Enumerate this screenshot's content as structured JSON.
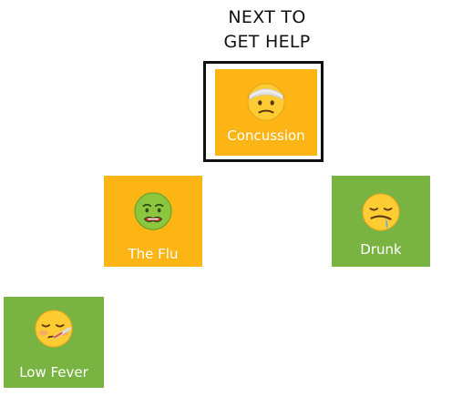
{
  "heading": {
    "line1": "NEXT TO",
    "line2": "GET HELP"
  },
  "colors": {
    "orange": "#FDB515",
    "green": "#79B443",
    "frame": "#111111",
    "label_text": "#FFFFFF"
  },
  "tiles": [
    {
      "label": "Concussion",
      "icon": "bandaged-head-face-icon",
      "color": "orange",
      "highlighted": true
    },
    {
      "label": "The Flu",
      "icon": "nauseated-face-icon",
      "color": "orange",
      "highlighted": false
    },
    {
      "label": "Drunk",
      "icon": "drooling-face-icon",
      "color": "green",
      "highlighted": false
    },
    {
      "label": "Low Fever",
      "icon": "thermometer-face-icon",
      "color": "green",
      "highlighted": false
    }
  ]
}
